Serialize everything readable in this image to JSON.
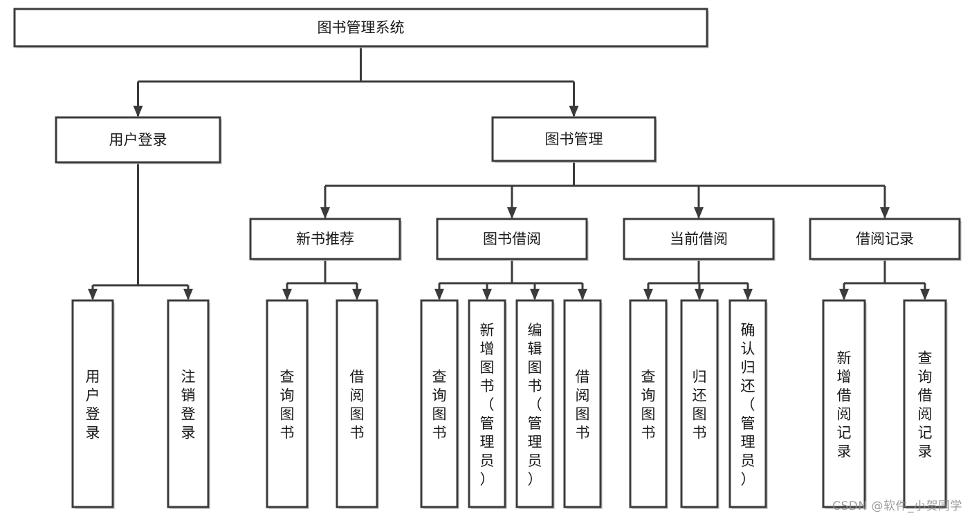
{
  "diagram": {
    "title": "图书管理系统",
    "type": "tree-hierarchy",
    "orientation": "top-down",
    "colors": {
      "box_stroke": "#3b3b3b",
      "box_fill": "#ffffff",
      "connector": "#3b3b3b",
      "text": "#1a1a1a",
      "watermark": "#8c8c8c",
      "background": "#ffffff"
    },
    "root": {
      "label": "图书管理系统",
      "name": "node-root-library-system"
    },
    "level2": [
      {
        "label": "用户登录",
        "name": "node-user-login"
      },
      {
        "label": "图书管理",
        "name": "node-book-management"
      }
    ],
    "level3": [
      {
        "label": "新书推荐",
        "name": "node-new-book-recommend"
      },
      {
        "label": "图书借阅",
        "name": "node-book-borrow"
      },
      {
        "label": "当前借阅",
        "name": "node-current-borrow"
      },
      {
        "label": "借阅记录",
        "name": "node-borrow-record"
      }
    ],
    "leaves": {
      "user_login": [
        {
          "label": "用户登录",
          "name": "leaf-user-login"
        },
        {
          "label": "注销登录",
          "name": "leaf-logout"
        }
      ],
      "new_book_recommend": [
        {
          "label": "查询图书",
          "name": "leaf-query-book-recommend"
        },
        {
          "label": "借阅图书",
          "name": "leaf-borrow-book-recommend"
        }
      ],
      "book_borrow": [
        {
          "label": "查询图书",
          "name": "leaf-query-book-borrow"
        },
        {
          "label": "新增图书（管理员）",
          "name": "leaf-add-book-admin"
        },
        {
          "label": "编辑图书（管理员）",
          "name": "leaf-edit-book-admin"
        },
        {
          "label": "借阅图书",
          "name": "leaf-borrow-book"
        }
      ],
      "current_borrow": [
        {
          "label": "查询图书",
          "name": "leaf-query-book-current"
        },
        {
          "label": "归还图书",
          "name": "leaf-return-book"
        },
        {
          "label": "确认归还（管理员）",
          "name": "leaf-confirm-return-admin"
        }
      ],
      "borrow_record": [
        {
          "label": "新增借阅记录",
          "name": "leaf-add-borrow-record"
        },
        {
          "label": "查询借阅记录",
          "name": "leaf-query-borrow-record"
        }
      ]
    }
  },
  "watermark": {
    "text": "CSDN @软件_小贺同学"
  }
}
